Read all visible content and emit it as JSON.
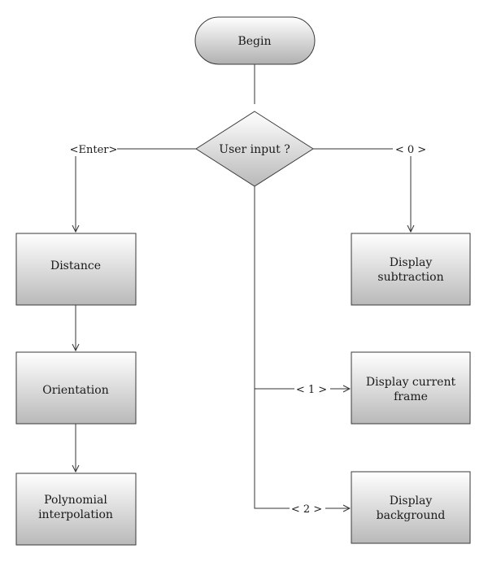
{
  "nodes": {
    "begin": "Begin",
    "decision": "User input ?",
    "distance": "Distance",
    "orientation": "Orientation",
    "polynomial": [
      "Polynomial",
      "interpolation"
    ],
    "display_subtraction": [
      "Display",
      "subtraction"
    ],
    "display_current_frame": [
      "Display current",
      "frame"
    ],
    "display_background": [
      "Display",
      "background"
    ]
  },
  "edge_labels": {
    "enter": "<Enter>",
    "zero": "< 0 >",
    "one": "< 1 >",
    "two": "< 2 >"
  }
}
